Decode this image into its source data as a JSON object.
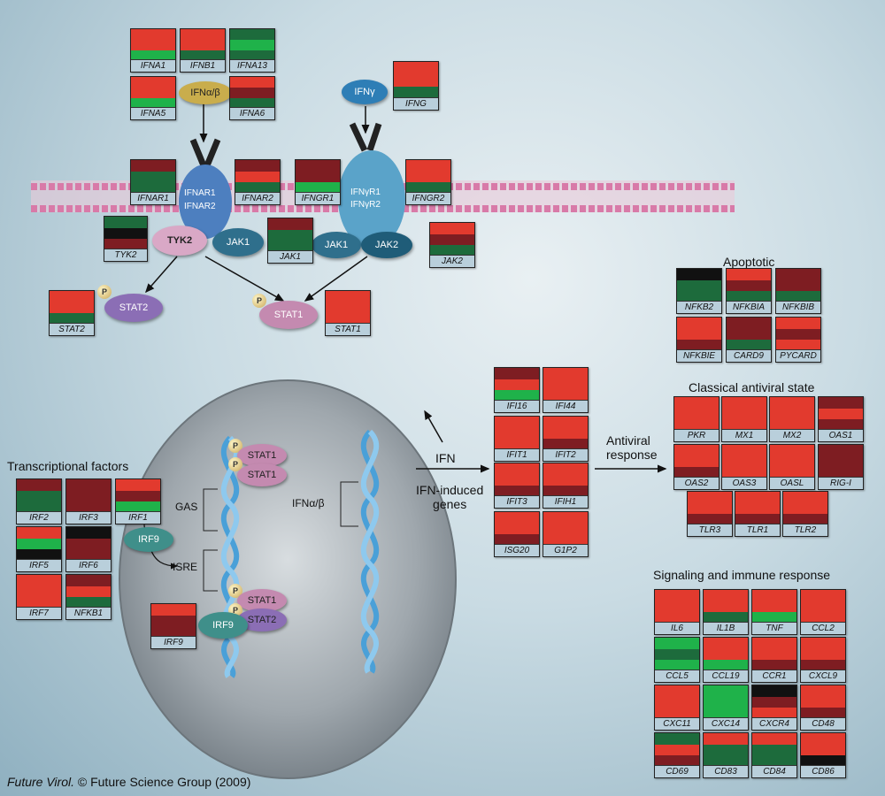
{
  "colors": {
    "red": "#e23a2e",
    "dark_red": "#7e1d22",
    "green": "#1fb24a",
    "dark_green": "#1d6b3c",
    "black": "#111111"
  },
  "labels": {
    "ifn_ab": "IFNα/β",
    "ifn_g": "IFNγ",
    "ifnar1": "IFNAR1",
    "ifnar2": "IFNAR2",
    "ifngr1": "IFNγR1",
    "ifngr2": "IFNγR2",
    "tyk2": "TYK2",
    "jak1_a": "JAK1",
    "jak1_b": "JAK1",
    "jak2": "JAK2",
    "stat2": "STAT2",
    "stat1": "STAT1",
    "p": "P",
    "n_stat1_a": "STAT1",
    "n_stat1_b": "STAT1",
    "n_stat1_c": "STAT1",
    "n_stat2": "STAT2",
    "irf9_a": "IRF9",
    "irf9_b": "IRF9",
    "gas": "GAS",
    "isre": "ISRE",
    "ifn_ab_gene": "IFNα/β",
    "ifn": "IFN",
    "ifn_induced": "IFN-induced\ngenes",
    "antiviral": "Antiviral\nresponse",
    "apoptotic": "Apoptotic",
    "classical": "Classical antiviral state",
    "transcriptional": "Transcriptional factors",
    "signaling": "Signaling and immune response"
  },
  "footer": {
    "journal": "Future Virol.",
    "rest": " © Future Science Group (2009)"
  },
  "genes": [
    {
      "name": "IFNA1",
      "bands": [
        "red",
        "red",
        "green"
      ]
    },
    {
      "name": "IFNB1",
      "bands": [
        "red",
        "red",
        "dark_green"
      ]
    },
    {
      "name": "IFNA13",
      "bands": [
        "dark_green",
        "green",
        "dark_green"
      ]
    },
    {
      "name": "IFNA5",
      "bands": [
        "red",
        "red",
        "green"
      ]
    },
    {
      "name": "IFNA6",
      "bands": [
        "red",
        "dark_red",
        "dark_green"
      ]
    },
    {
      "name": "IFNG",
      "bands": [
        "red",
        "red",
        "dark_green"
      ]
    },
    {
      "name": "IFNAR1",
      "bands": [
        "dark_red",
        "dark_green",
        "dark_green"
      ]
    },
    {
      "name": "IFNAR2",
      "bands": [
        "dark_red",
        "red",
        "dark_green"
      ]
    },
    {
      "name": "IFNGR1",
      "bands": [
        "dark_red",
        "dark_red",
        "green"
      ]
    },
    {
      "name": "IFNGR2",
      "bands": [
        "red",
        "red",
        "dark_green"
      ]
    },
    {
      "name": "TYK2",
      "bands": [
        "dark_green",
        "black",
        "dark_red"
      ]
    },
    {
      "name": "JAK1",
      "bands": [
        "dark_red",
        "dark_green",
        "dark_green"
      ]
    },
    {
      "name": "JAK2",
      "bands": [
        "red",
        "dark_red",
        "dark_green"
      ]
    },
    {
      "name": "STAT2",
      "bands": [
        "red",
        "red",
        "dark_green"
      ]
    },
    {
      "name": "STAT1",
      "bands": [
        "red",
        "red",
        "red"
      ]
    },
    {
      "name": "NFKB2",
      "bands": [
        "black",
        "dark_green",
        "dark_green"
      ]
    },
    {
      "name": "NFKBIA",
      "bands": [
        "red",
        "dark_red",
        "dark_green"
      ]
    },
    {
      "name": "NFKBIB",
      "bands": [
        "dark_red",
        "dark_red",
        "dark_green"
      ]
    },
    {
      "name": "NFKBIE",
      "bands": [
        "red",
        "red",
        "dark_red"
      ]
    },
    {
      "name": "CARD9",
      "bands": [
        "dark_red",
        "dark_red",
        "dark_green"
      ]
    },
    {
      "name": "PYCARD",
      "bands": [
        "red",
        "dark_red",
        "red"
      ]
    },
    {
      "name": "IFI16",
      "bands": [
        "dark_red",
        "red",
        "green"
      ]
    },
    {
      "name": "IFI44",
      "bands": [
        "red",
        "red",
        "red"
      ]
    },
    {
      "name": "IFIT1",
      "bands": [
        "red",
        "red",
        "red"
      ]
    },
    {
      "name": "IFIT2",
      "bands": [
        "red",
        "red",
        "dark_red"
      ]
    },
    {
      "name": "IFIT3",
      "bands": [
        "red",
        "red",
        "dark_red"
      ]
    },
    {
      "name": "IFIH1",
      "bands": [
        "red",
        "red",
        "dark_red"
      ]
    },
    {
      "name": "ISG20",
      "bands": [
        "red",
        "red",
        "dark_red"
      ]
    },
    {
      "name": "G1P2",
      "bands": [
        "red",
        "red",
        "red"
      ]
    },
    {
      "name": "PKR",
      "bands": [
        "red",
        "red",
        "red"
      ]
    },
    {
      "name": "MX1",
      "bands": [
        "red",
        "red",
        "red"
      ]
    },
    {
      "name": "MX2",
      "bands": [
        "red",
        "red",
        "red"
      ]
    },
    {
      "name": "OAS1",
      "bands": [
        "dark_red",
        "red",
        "dark_red"
      ]
    },
    {
      "name": "OAS2",
      "bands": [
        "red",
        "red",
        "dark_red"
      ]
    },
    {
      "name": "OAS3",
      "bands": [
        "red",
        "red",
        "red"
      ]
    },
    {
      "name": "OASL",
      "bands": [
        "red",
        "red",
        "red"
      ]
    },
    {
      "name": "RIG-I",
      "bands": [
        "dark_red",
        "dark_red",
        "dark_red"
      ]
    },
    {
      "name": "TLR3",
      "bands": [
        "red",
        "red",
        "dark_red"
      ]
    },
    {
      "name": "TLR1",
      "bands": [
        "red",
        "red",
        "dark_red"
      ]
    },
    {
      "name": "TLR2",
      "bands": [
        "red",
        "red",
        "dark_red"
      ]
    },
    {
      "name": "IRF2",
      "bands": [
        "dark_red",
        "dark_green",
        "dark_green"
      ]
    },
    {
      "name": "IRF3",
      "bands": [
        "dark_red",
        "dark_red",
        "dark_red"
      ]
    },
    {
      "name": "IRF1",
      "bands": [
        "red",
        "dark_red",
        "green"
      ]
    },
    {
      "name": "IRF5",
      "bands": [
        "red",
        "green",
        "black"
      ]
    },
    {
      "name": "IRF6",
      "bands": [
        "black",
        "dark_red",
        "dark_red"
      ]
    },
    {
      "name": "IRF7",
      "bands": [
        "red",
        "red",
        "red"
      ]
    },
    {
      "name": "NFKB1",
      "bands": [
        "dark_red",
        "red",
        "dark_green"
      ]
    },
    {
      "name": "IRF9",
      "bands": [
        "red",
        "dark_red",
        "dark_red"
      ]
    },
    {
      "name": "IL6",
      "bands": [
        "red",
        "red",
        "red"
      ]
    },
    {
      "name": "IL1B",
      "bands": [
        "red",
        "red",
        "dark_green"
      ]
    },
    {
      "name": "TNF",
      "bands": [
        "red",
        "red",
        "green"
      ]
    },
    {
      "name": "CCL2",
      "bands": [
        "red",
        "red",
        "red"
      ]
    },
    {
      "name": "CCL5",
      "bands": [
        "green",
        "dark_green",
        "green"
      ]
    },
    {
      "name": "CCL19",
      "bands": [
        "red",
        "red",
        "green"
      ]
    },
    {
      "name": "CCR1",
      "bands": [
        "red",
        "red",
        "dark_red"
      ]
    },
    {
      "name": "CXCL9",
      "bands": [
        "red",
        "red",
        "dark_red"
      ]
    },
    {
      "name": "CXC11",
      "bands": [
        "red",
        "red",
        "red"
      ]
    },
    {
      "name": "CXC14",
      "bands": [
        "green",
        "green",
        "green"
      ]
    },
    {
      "name": "CXCR4",
      "bands": [
        "black",
        "dark_red",
        "red"
      ]
    },
    {
      "name": "CD48",
      "bands": [
        "red",
        "red",
        "dark_red"
      ]
    },
    {
      "name": "CD69",
      "bands": [
        "dark_green",
        "red",
        "dark_red"
      ]
    },
    {
      "name": "CD83",
      "bands": [
        "red",
        "dark_green",
        "dark_green"
      ]
    },
    {
      "name": "CD84",
      "bands": [
        "red",
        "dark_green",
        "dark_green"
      ]
    },
    {
      "name": "CD86",
      "bands": [
        "red",
        "red",
        "black"
      ]
    }
  ]
}
